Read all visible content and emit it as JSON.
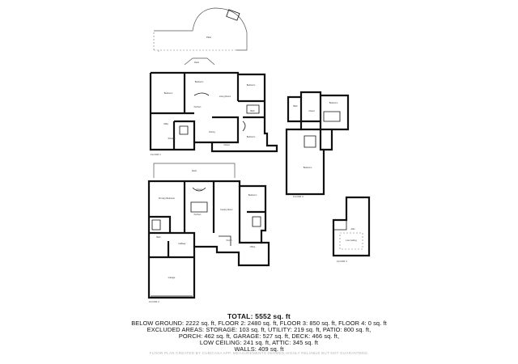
{
  "summary": {
    "total": "TOTAL: 5552 sq. ft",
    "line1": "BELOW GROUND: 2222 sq. ft, FLOOR 2: 2480 sq. ft, FLOOR 3: 850 sq. ft, FLOOR 4: 0 sq. ft",
    "line2": "EXCLUDED AREAS: STORAGE: 103 sq. ft, UTILITY: 219 sq. ft, PATIO: 800 sq. ft,",
    "line3": "PORCH: 462 sq. ft, GARAGE: 527 sq. ft, DECK: 466 sq. ft,",
    "line4": "LOW CEILING: 241 sq. ft, ATTIC: 345 sq. ft",
    "line5": "WALLS: 409 sq. ft"
  },
  "disclaimer": "FLOOR PLAN CREATED BY CUBICASA APP. MEASUREMENTS DEEMED HIGHLY RELIABLE BUT NOT GUARANTEED.",
  "floors": {
    "floor1": "FLOOR 1",
    "floor2": "FLOOR 2",
    "floor3": "FLOOR 3",
    "floor4": "FLOOR 4"
  },
  "rooms": {
    "patio": "Patio",
    "deck": "Deck",
    "bedroom": "Bedroom",
    "kitchen": "Kitchen",
    "living": "Living Room",
    "dining": "Dining",
    "utility": "Utility",
    "storage": "Storage",
    "bath": "Bath",
    "closet": "Closet",
    "porch": "Porch",
    "garage": "Garage",
    "primary": "Primary Bedroom",
    "family": "Family Room",
    "hallway": "Hallway",
    "office": "Office",
    "attic": "Attic",
    "low_ceiling": "Low Ceiling"
  }
}
